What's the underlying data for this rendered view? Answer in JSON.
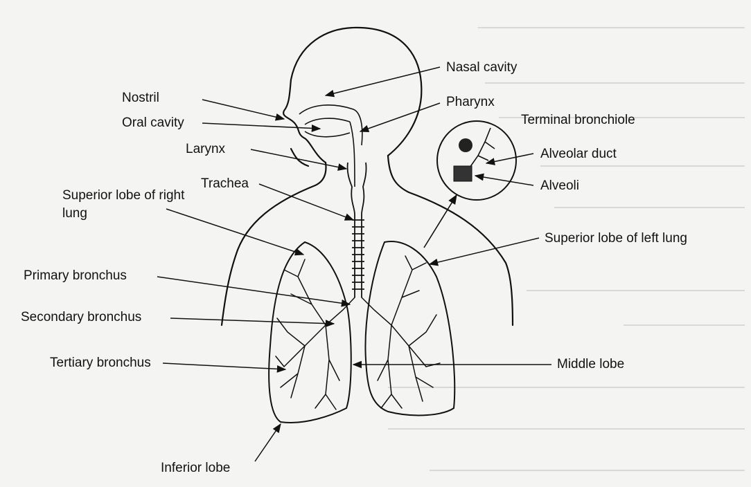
{
  "labels": {
    "nasal_cavity": "Nasal cavity",
    "nostril": "Nostril",
    "pharynx": "Pharynx",
    "oral_cavity": "Oral cavity",
    "larynx": "Larynx",
    "trachea": "Trachea",
    "superior_lobe_right": "Superior lobe of right lung",
    "primary_bronchus": "Primary bronchus",
    "secondary_bronchus": "Secondary bronchus",
    "tertiary_bronchus": "Tertiary bronchus",
    "inferior_lobe": "Inferior lobe",
    "terminal_bronchiole": "Terminal bronchiole",
    "alveolar_duct": "Alveolar duct",
    "alveoli": "Alveoli",
    "superior_lobe_left": "Superior lobe of left lung",
    "middle_lobe": "Middle lobe"
  }
}
